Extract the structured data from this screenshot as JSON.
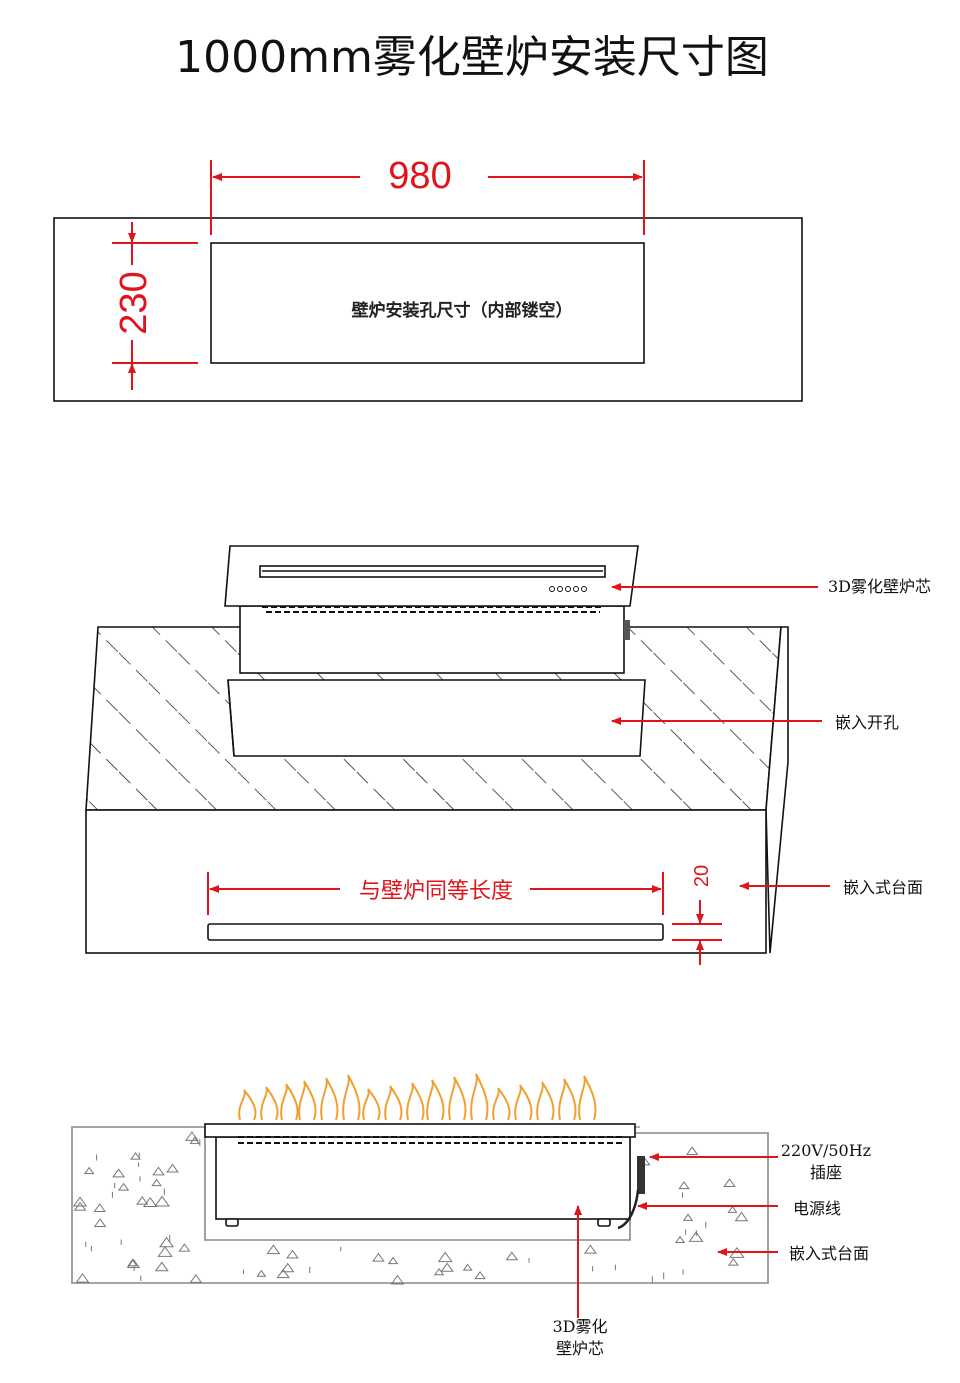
{
  "title": "1000mm雾化壁炉安装尺寸图",
  "top_view": {
    "width_dim": "980",
    "height_dim": "230",
    "hole_label": "壁炉安装孔尺寸（内部镂空）"
  },
  "exploded_view": {
    "core_label": "3D雾化壁炉芯",
    "hole_label": "嵌入开孔",
    "counter_label": "嵌入式台面",
    "length_label": "与壁炉同等长度",
    "slot_dim": "20"
  },
  "section_view": {
    "socket_label_line1": "220V/50Hz",
    "socket_label_line2": "插座",
    "cable_label": "电源线",
    "counter_label": "嵌入式台面",
    "core_label_line1": "3D雾化",
    "core_label_line2": "壁炉芯"
  },
  "colors": {
    "dimension": "#e0141b",
    "line": "#111111",
    "flame": "#f0a030"
  }
}
